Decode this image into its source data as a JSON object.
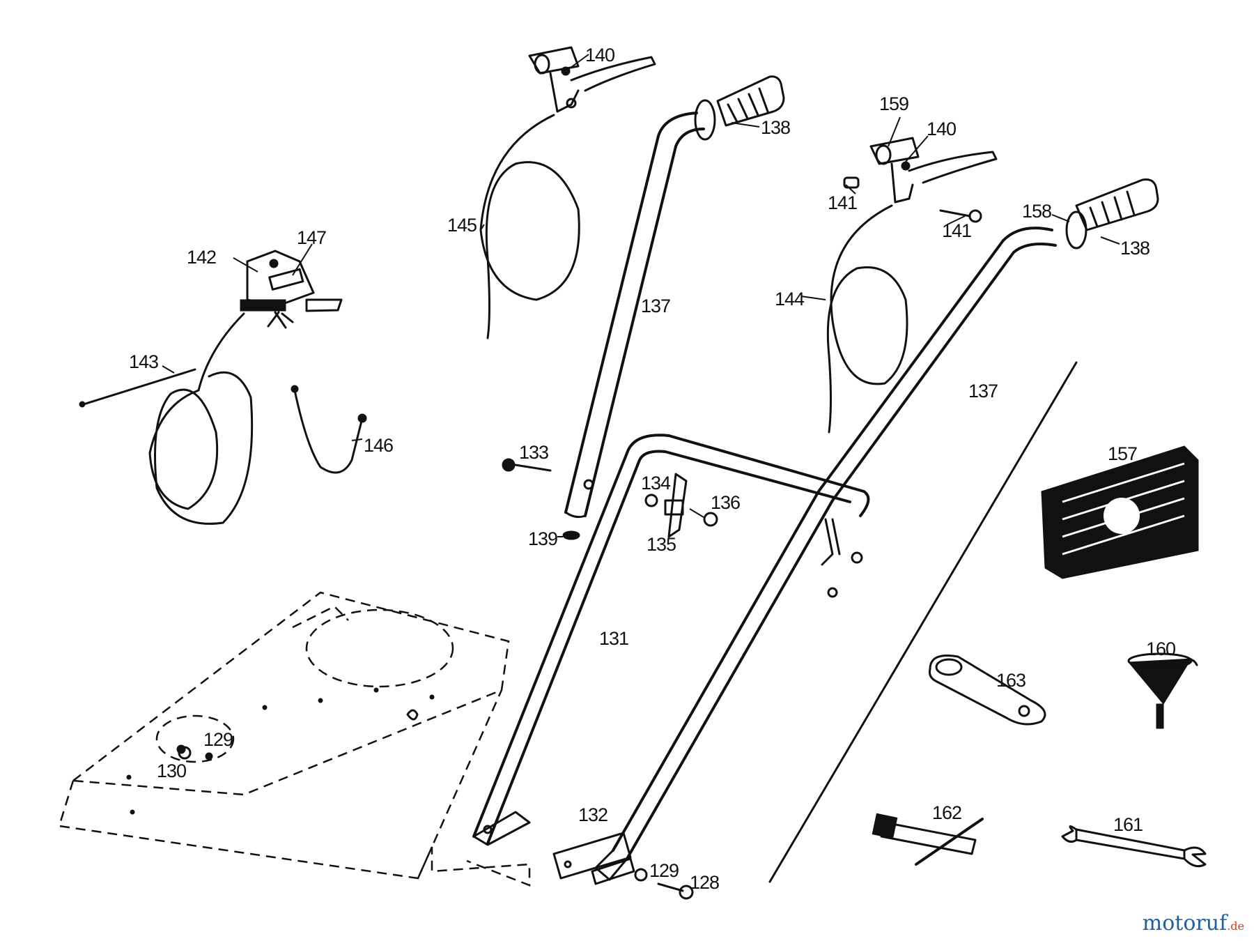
{
  "labels": {
    "p128": "128",
    "p129a": "129",
    "p129b": "129",
    "p130": "130",
    "p131": "131",
    "p132": "132",
    "p133": "133",
    "p134": "134",
    "p135": "135",
    "p136": "136",
    "p137a": "137",
    "p137b": "137",
    "p138a": "138",
    "p138b": "138",
    "p139": "139",
    "p140a": "140",
    "p140b": "140",
    "p141a": "141",
    "p141b": "141",
    "p142": "142",
    "p143": "143",
    "p144": "144",
    "p145": "145",
    "p146": "146",
    "p147": "147",
    "p157": "157",
    "p158": "158",
    "p159": "159",
    "p160": "160",
    "p161": "161",
    "p162": "162",
    "p163": "163"
  },
  "watermark": {
    "main": "motoruf",
    "suffix": ".de"
  },
  "colors": {
    "ink": "#111111",
    "watermark_main": "#1f5f9e",
    "watermark_suffix": "#d0431f"
  }
}
